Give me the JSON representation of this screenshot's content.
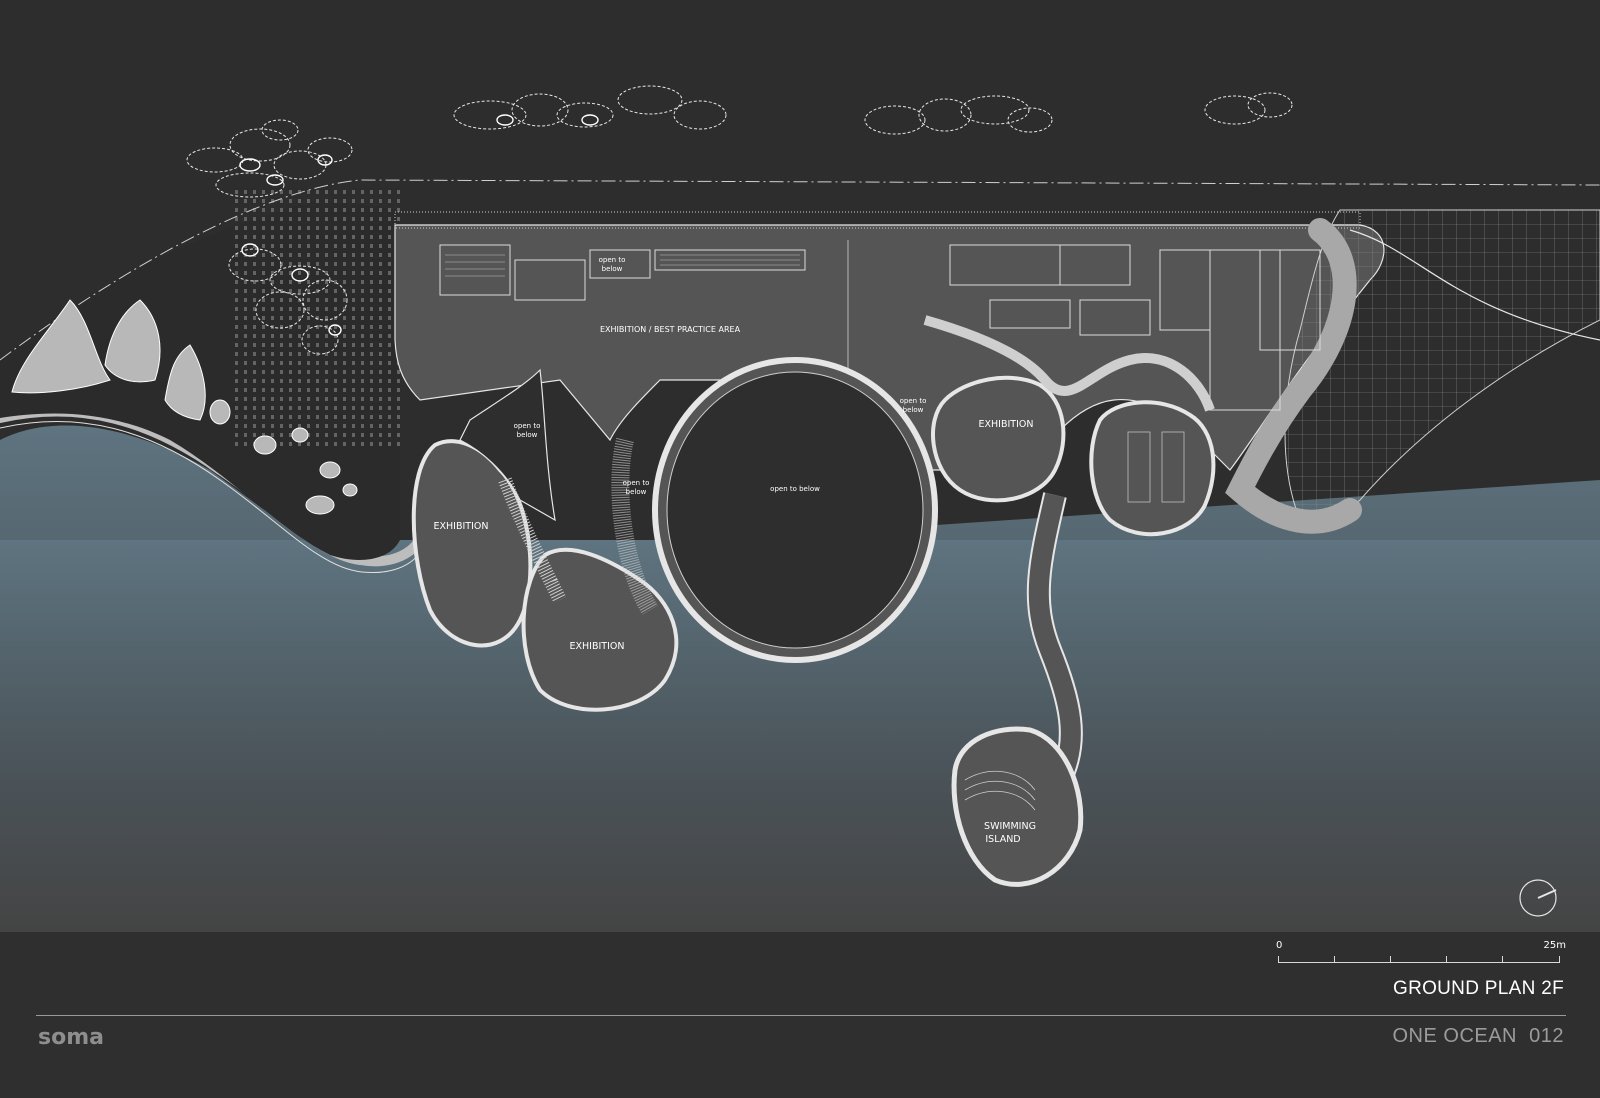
{
  "labels": {
    "exhibition_best_practice": "EXHIBITION / BEST PRACTICE AREA",
    "exhibition": "EXHIBITION",
    "open_to_below": "open to below",
    "open_to": "open to",
    "below": "below",
    "swimming": "SWIMMING",
    "island": "ISLAND"
  },
  "scale": {
    "zero": "0",
    "max": "25m"
  },
  "sheet_title": "GROUND PLAN 2F",
  "project_title": "ONE OCEAN  012",
  "brand": "soma",
  "colors": {
    "background": "#2d2d2d",
    "sea_top": "#5e7480",
    "sea_bottom": "#444444",
    "floor": "#555555",
    "line": "#e6e6e6",
    "accent_text": "#ffffff"
  },
  "icons": [
    "north-arrow-icon",
    "tree-cluster-icon"
  ]
}
